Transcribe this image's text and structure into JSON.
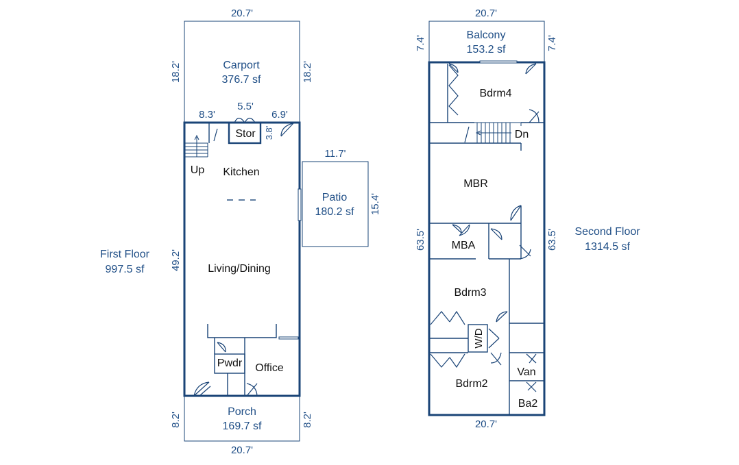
{
  "first_floor": {
    "label": "First Floor",
    "area": "997.5 sf",
    "dims": {
      "top_width": "20.7'",
      "carport_left": "18.2'",
      "carport_right": "18.2'",
      "seg_a": "8.3'",
      "seg_b": "5.5'",
      "seg_c": "6.9'",
      "stor_depth": "3.8'",
      "main_left": "49.2'",
      "porch_left": "8.2'",
      "porch_right": "8.2'",
      "bottom_width": "20.7'",
      "patio_width": "11.7'",
      "patio_depth": "15.4'"
    },
    "rooms": {
      "carport": "Carport",
      "carport_area": "376.7 sf",
      "stor": "Stor",
      "up": "Up",
      "kitchen": "Kitchen",
      "patio": "Patio",
      "patio_area": "180.2 sf",
      "living": "Living/Dining",
      "pwdr": "Pwdr",
      "office": "Office",
      "porch": "Porch",
      "porch_area": "169.7 sf"
    }
  },
  "second_floor": {
    "label": "Second Floor",
    "area": "1314.5 sf",
    "dims": {
      "top_width": "20.7'",
      "balcony_left": "7.4'",
      "balcony_right": "7.4'",
      "main_left": "63.5'",
      "main_right": "63.5'",
      "bottom_width": "20.7'"
    },
    "rooms": {
      "balcony": "Balcony",
      "balcony_area": "153.2 sf",
      "bdrm4": "Bdrm4",
      "dn": "Dn",
      "mbr": "MBR",
      "mba": "MBA",
      "bdrm3": "Bdrm3",
      "wd": "W/D",
      "bdrm2": "Bdrm2",
      "van": "Van",
      "ba2": "Ba2"
    }
  }
}
